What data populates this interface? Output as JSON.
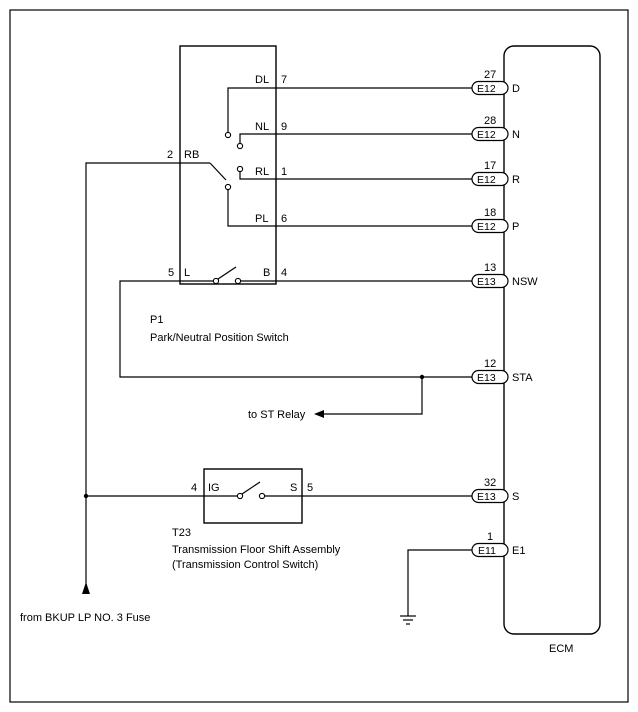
{
  "ecm": {
    "label": "ECM",
    "pins": [
      {
        "num": "27",
        "conn": "E12",
        "sig": "D"
      },
      {
        "num": "28",
        "conn": "E12",
        "sig": "N"
      },
      {
        "num": "17",
        "conn": "E12",
        "sig": "R"
      },
      {
        "num": "18",
        "conn": "E12",
        "sig": "P"
      },
      {
        "num": "13",
        "conn": "E13",
        "sig": "NSW"
      },
      {
        "num": "12",
        "conn": "E13",
        "sig": "STA"
      },
      {
        "num": "32",
        "conn": "E13",
        "sig": "S"
      },
      {
        "num": "1",
        "conn": "E11",
        "sig": "E1"
      }
    ]
  },
  "pnp_switch": {
    "code": "P1",
    "name": "Park/Neutral Position Switch",
    "terms": [
      {
        "label": "DL",
        "num": "7"
      },
      {
        "label": "NL",
        "num": "9"
      },
      {
        "label": "RL",
        "num": "1"
      },
      {
        "label": "PL",
        "num": "6"
      }
    ],
    "rb": {
      "num": "2",
      "label": "RB"
    },
    "l": {
      "num": "5",
      "label": "L"
    },
    "b": {
      "num": "4",
      "label": "B"
    }
  },
  "shift_assembly": {
    "code": "T23",
    "name": "Transmission Floor Shift Assembly",
    "sub": "(Transmission Control Switch)",
    "ig": {
      "num": "4",
      "label": "IG"
    },
    "s": {
      "num": "5",
      "label": "S"
    }
  },
  "labels": {
    "st_relay": "to ST Relay",
    "fuse": "from BKUP LP NO. 3 Fuse"
  }
}
